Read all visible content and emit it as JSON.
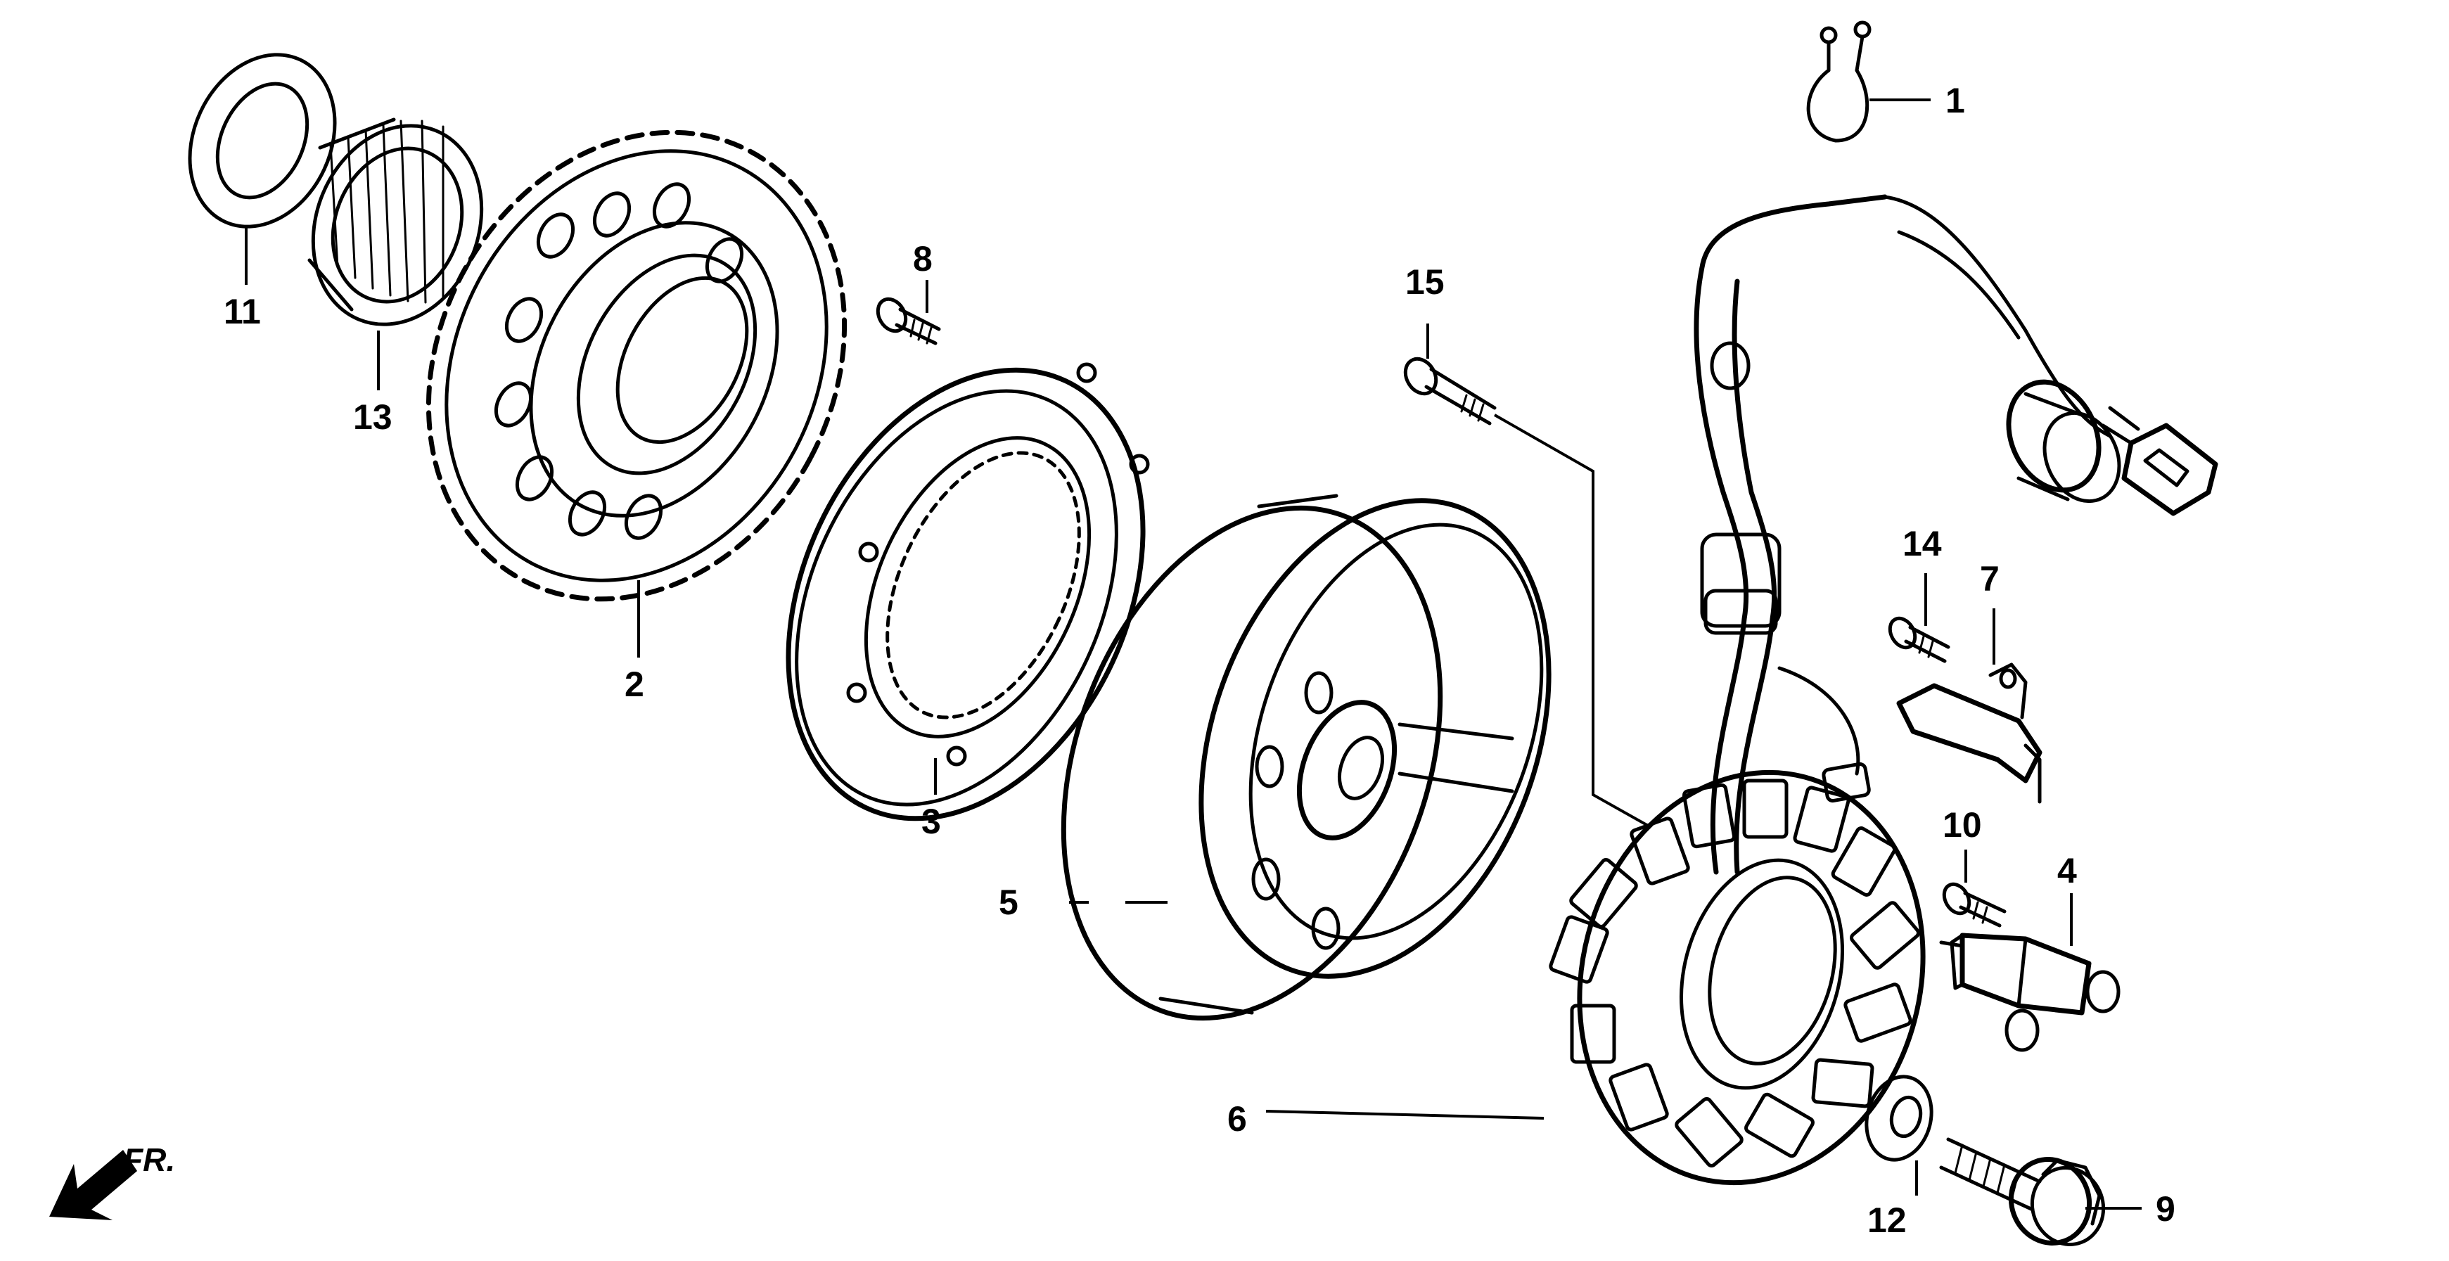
{
  "callouts": {
    "c1": "1",
    "c2": "2",
    "c3": "3",
    "c4": "4",
    "c5": "5",
    "c6": "6",
    "c7": "7",
    "c8": "8",
    "c9": "9",
    "c10": "10",
    "c11": "11",
    "c12": "12",
    "c13": "13",
    "c14": "14",
    "c15": "15"
  },
  "direction_label": "FR."
}
